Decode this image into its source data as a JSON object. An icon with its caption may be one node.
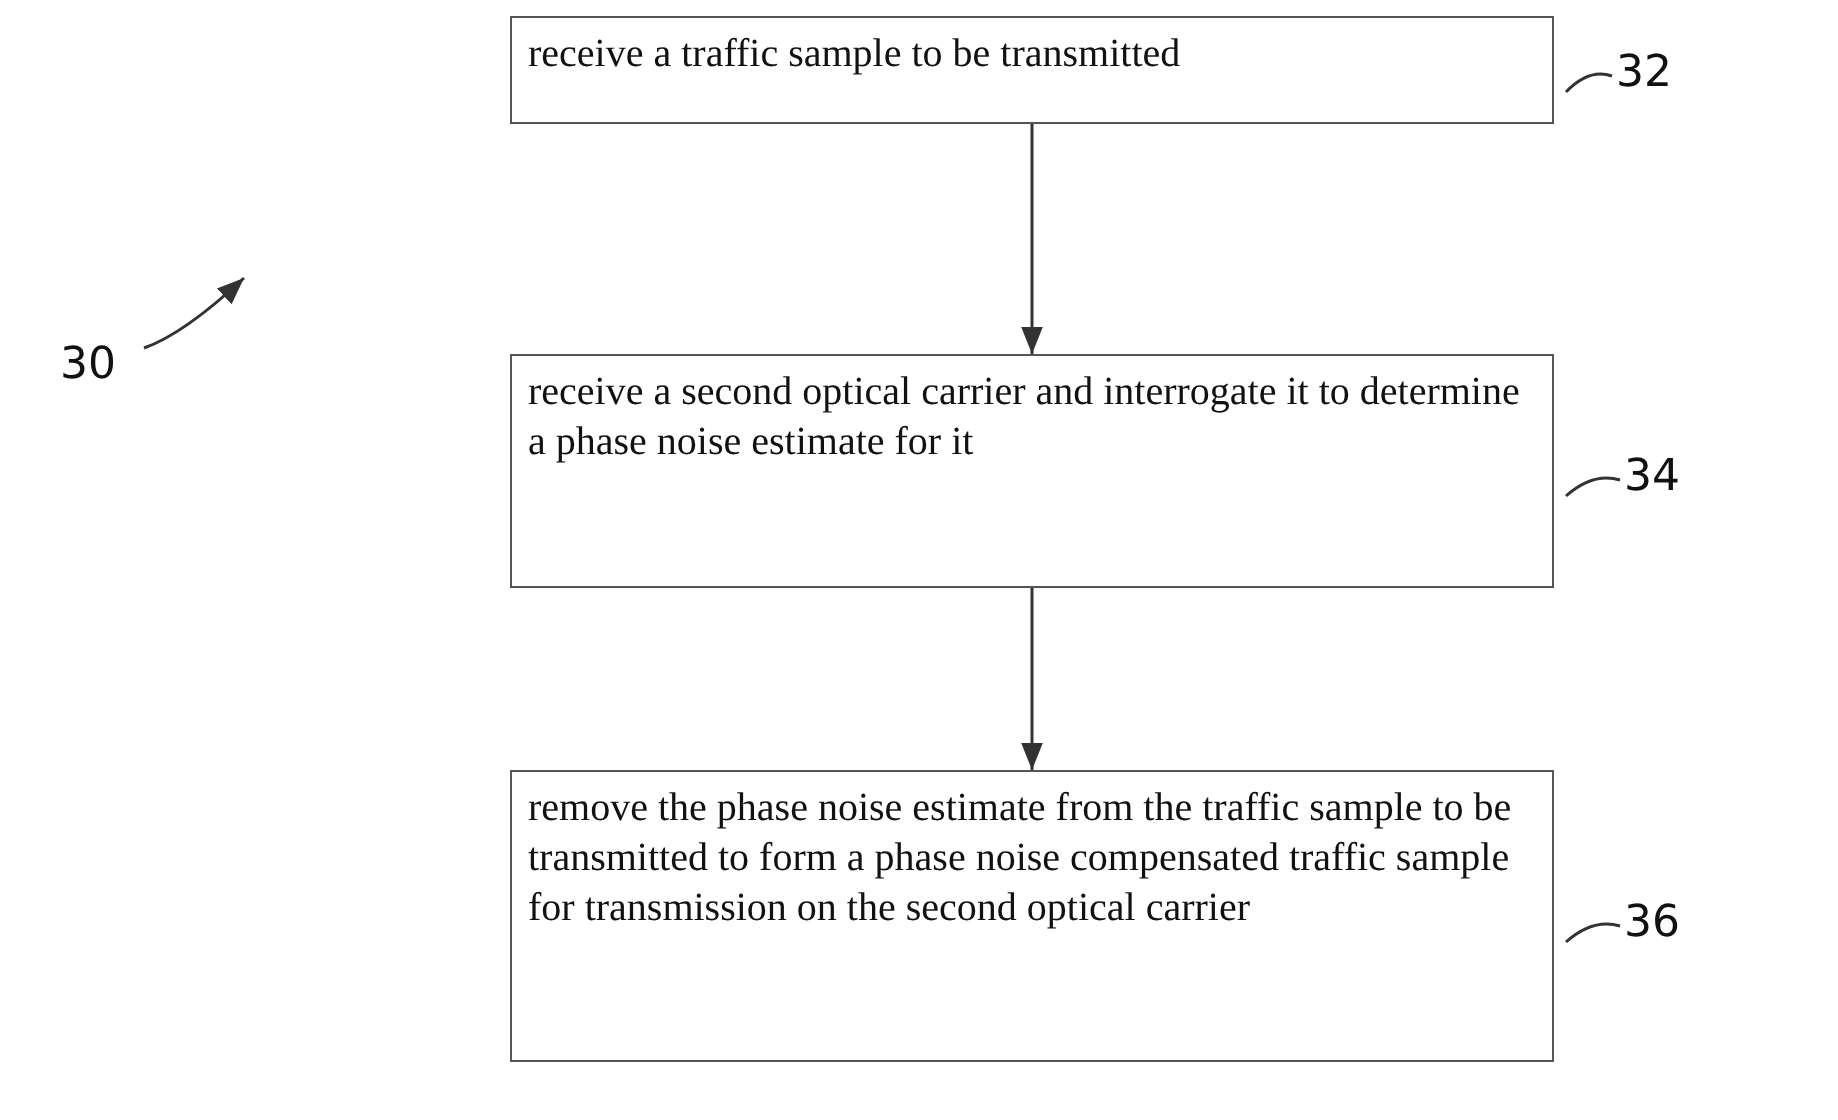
{
  "diagram": {
    "nodes": [
      {
        "text": [
          "receive a traffic sample to be transmitted"
        ]
      },
      {
        "text": [
          "32"
        ]
      },
      {
        "text": [
          "receive a second optical carrier and interrogate it to determine a phase noise estimate for it"
        ]
      },
      {
        "text": [
          "34"
        ]
      },
      {
        "text": [
          "remove the phase noise estimate from the traffic sample to be transmitted to form a phase noise compensated traffic sample for transmission on the second optical carrier"
        ]
      },
      {
        "text": [
          "36"
        ]
      },
      {
        "text": [
          "30"
        ]
      }
    ],
    "edges": [
      {
        "from": 0,
        "to": 2,
        "arrow": "to"
      },
      {
        "from": 2,
        "to": 4,
        "arrow": "to"
      },
      {
        "from": 1,
        "to": 0,
        "arrow": "none"
      },
      {
        "from": 3,
        "to": 2,
        "arrow": "none"
      },
      {
        "from": 5,
        "to": 4,
        "arrow": "none"
      },
      {
        "from": 6,
        "to": null,
        "arrow": "to"
      }
    ]
  }
}
